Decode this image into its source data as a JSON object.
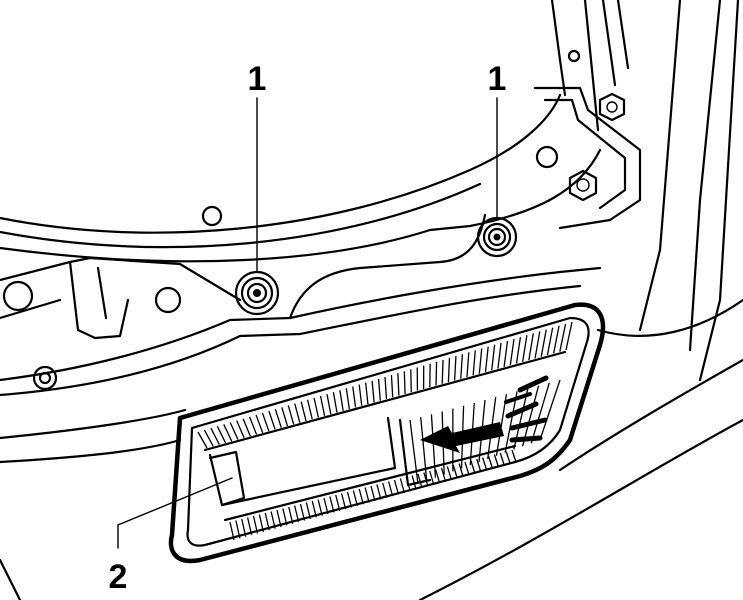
{
  "callouts": [
    {
      "id": "bolt-left",
      "label": "1"
    },
    {
      "id": "bolt-right",
      "label": "1"
    },
    {
      "id": "headlight",
      "label": "2"
    }
  ],
  "arrow_direction": "left"
}
